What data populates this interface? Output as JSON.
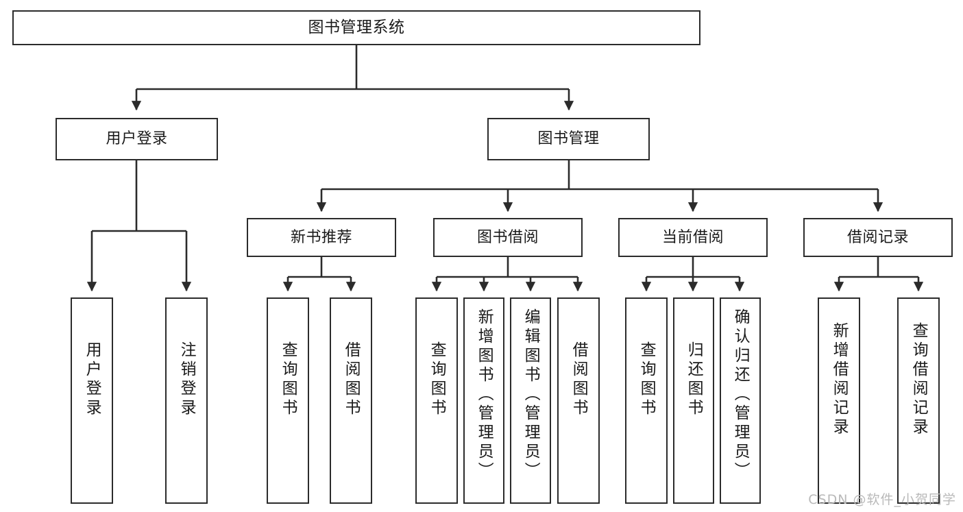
{
  "diagram": {
    "type": "tree",
    "title": "图书管理系统",
    "orientation": "top-down",
    "colors": {
      "box_border": "#2b2b2b",
      "box_fill": "#ffffff",
      "connector": "#2b2b2b",
      "text": "#1a1a1a",
      "watermark": "#b9b9b9",
      "background": "#ffffff"
    },
    "root": {
      "id": "root",
      "label": "图书管理系统"
    },
    "level2": [
      {
        "id": "user-login",
        "label": "用户登录"
      },
      {
        "id": "book-manage",
        "label": "图书管理"
      }
    ],
    "level3": [
      {
        "id": "new-book-rec",
        "label": "新书推荐"
      },
      {
        "id": "book-borrow",
        "label": "图书借阅"
      },
      {
        "id": "current-borrow",
        "label": "当前借阅"
      },
      {
        "id": "borrow-record",
        "label": "借阅记录"
      }
    ],
    "leaves": {
      "user_login": [
        {
          "id": "leaf-user-login",
          "label": "用户登录"
        },
        {
          "id": "leaf-logout",
          "label": "注销登录"
        }
      ],
      "new_book_rec": [
        {
          "id": "leaf-query-book-1",
          "label": "查询图书"
        },
        {
          "id": "leaf-borrow-book-1",
          "label": "借阅图书"
        }
      ],
      "book_borrow": [
        {
          "id": "leaf-query-book-2",
          "label": "查询图书"
        },
        {
          "id": "leaf-add-book",
          "label": "新增图书（管理员）"
        },
        {
          "id": "leaf-edit-book",
          "label": "编辑图书（管理员）"
        },
        {
          "id": "leaf-borrow-book-2",
          "label": "借阅图书"
        }
      ],
      "current_borrow": [
        {
          "id": "leaf-query-book-3",
          "label": "查询图书"
        },
        {
          "id": "leaf-return-book",
          "label": "归还图书"
        },
        {
          "id": "leaf-confirm-return",
          "label": "确认归还（管理员）"
        }
      ],
      "borrow_record": [
        {
          "id": "leaf-add-record",
          "label": "新增借阅记录"
        },
        {
          "id": "leaf-query-record",
          "label": "查询借阅记录"
        }
      ]
    }
  },
  "watermark": {
    "text": "CSDN @软件_小贺同学"
  }
}
